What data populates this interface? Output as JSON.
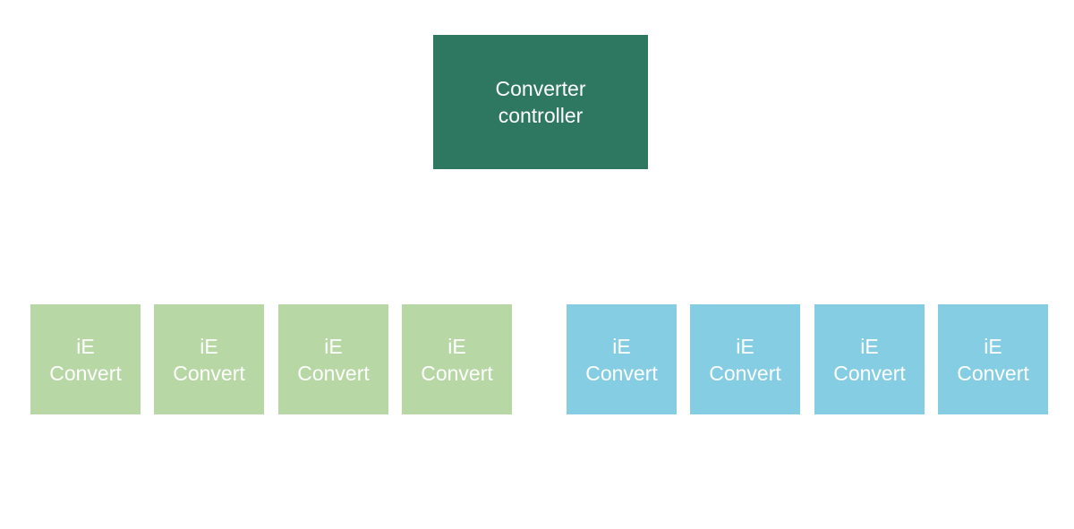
{
  "colors": {
    "controller": "#2e7862",
    "group_a": "#b7d7a5",
    "group_b": "#84cde3",
    "background": "#ffffff",
    "text": "#ffffff"
  },
  "controller": {
    "line1": "Converter",
    "line2": "controller"
  },
  "group_a": [
    {
      "line1": "iE",
      "line2": "Convert"
    },
    {
      "line1": "iE",
      "line2": "Convert"
    },
    {
      "line1": "iE",
      "line2": "Convert"
    },
    {
      "line1": "iE",
      "line2": "Convert"
    }
  ],
  "group_b": [
    {
      "line1": "iE",
      "line2": "Convert"
    },
    {
      "line1": "iE",
      "line2": "Convert"
    },
    {
      "line1": "iE",
      "line2": "Convert"
    },
    {
      "line1": "iE",
      "line2": "Convert"
    }
  ]
}
